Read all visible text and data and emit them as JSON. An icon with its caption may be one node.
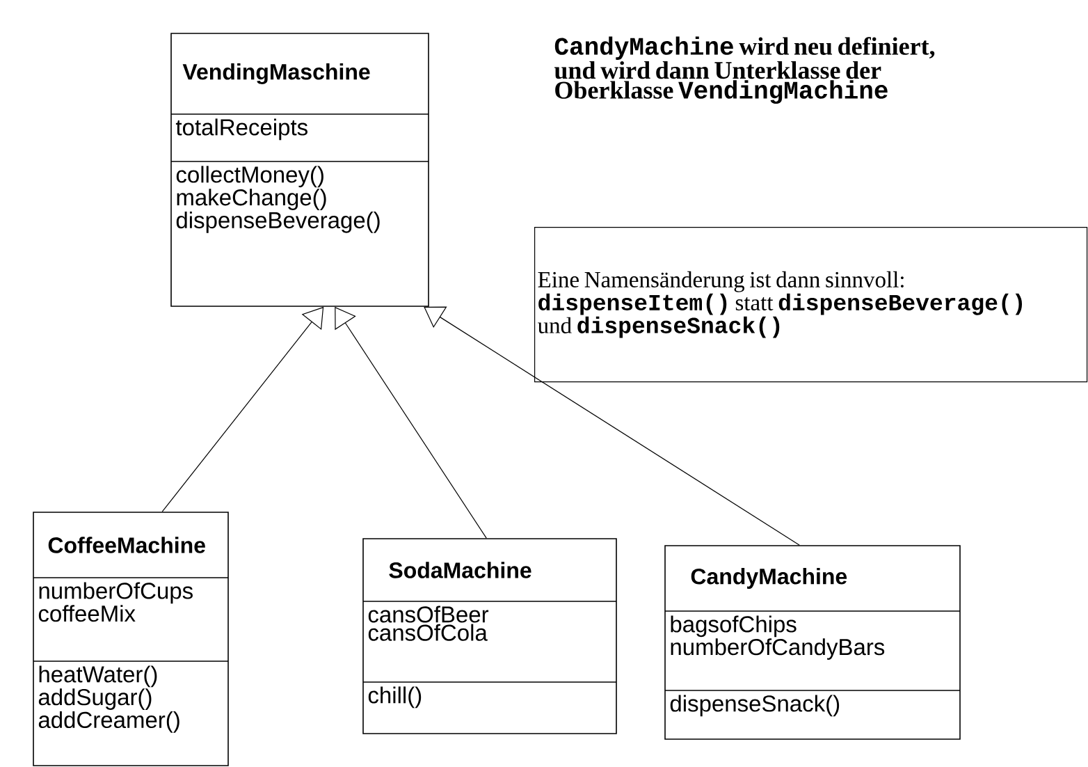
{
  "diagram": {
    "nodes": [
      {
        "text": [
          "VendingMaschine",
          "totalReceipts",
          "collectMoney() makeChange() dispenseBeverage()"
        ]
      },
      {
        "text": [
          "Eine Namensänderung ist dann sinnvoll: **dispenseItem()** statt **dispenseBeverage()** und **dispenseSnack()**"
        ]
      },
      {
        "text": [
          "CoffeeMachine",
          "numberOfCups coffeeMix",
          "heatWater() addSugar() addCreamer()"
        ]
      },
      {
        "text": [
          "SodaMachine",
          "cansOfBeer cansOfCola",
          "chill()"
        ]
      },
      {
        "text": [
          "CandyMachine",
          "bagsofChips numberOfCandyBars",
          "dispenseSnack()"
        ]
      }
    ],
    "edges": [
      {
        "from": 2,
        "to": 0,
        "arrow": "to"
      },
      {
        "from": 3,
        "to": 0,
        "arrow": "to"
      },
      {
        "from": 4,
        "to": 0,
        "arrow": "to"
      }
    ],
    "labels": [
      "**CandyMachine** wird neu definiert, und wird dann Unterklasse der Oberklasse **VendingMachine**"
    ]
  }
}
